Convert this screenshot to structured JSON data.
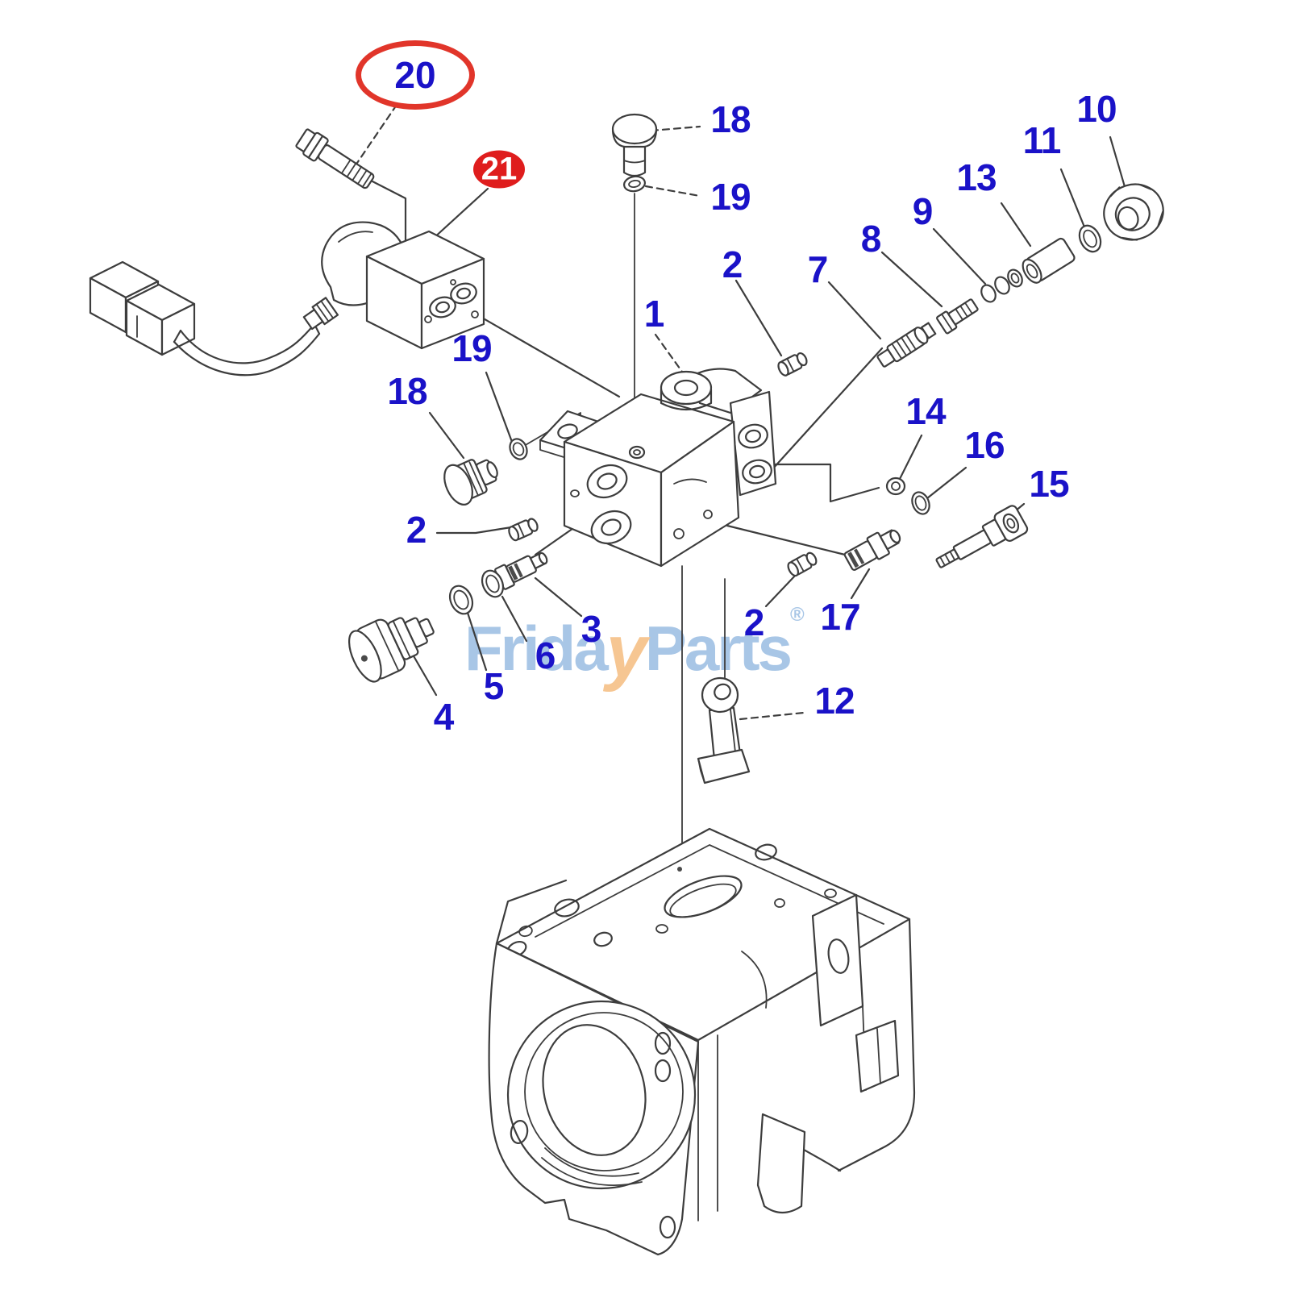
{
  "callouts": {
    "n20": "20",
    "n21": "21",
    "n18_top": "18",
    "n19_top": "19",
    "n10": "10",
    "n11": "11",
    "n13": "13",
    "n9": "9",
    "n8": "8",
    "n7": "7",
    "n2_top": "2",
    "n1": "1",
    "n19_left": "19",
    "n18_left": "18",
    "n14": "14",
    "n16": "16",
    "n15": "15",
    "n2_left": "2",
    "n2_right": "2",
    "n17": "17",
    "n3": "3",
    "n6": "6",
    "n5": "5",
    "n4": "4",
    "n12": "12"
  },
  "watermark": {
    "brand_primary": "Frida",
    "brand_accent_letter": "y",
    "brand_secondary": "Parts",
    "registered_mark": "®"
  },
  "highlights": {
    "circled_callout": "20",
    "badge_callout": "21"
  },
  "colors": {
    "callout_text": "#1a12c8",
    "highlight_red": "#e1352a",
    "badge_red": "#df1d1d",
    "badge_text": "#ffffff",
    "line_art": "#3d3d3d",
    "watermark_blue": "#a4c3e5",
    "watermark_orange": "#f6c38d",
    "background": "#ffffff"
  }
}
